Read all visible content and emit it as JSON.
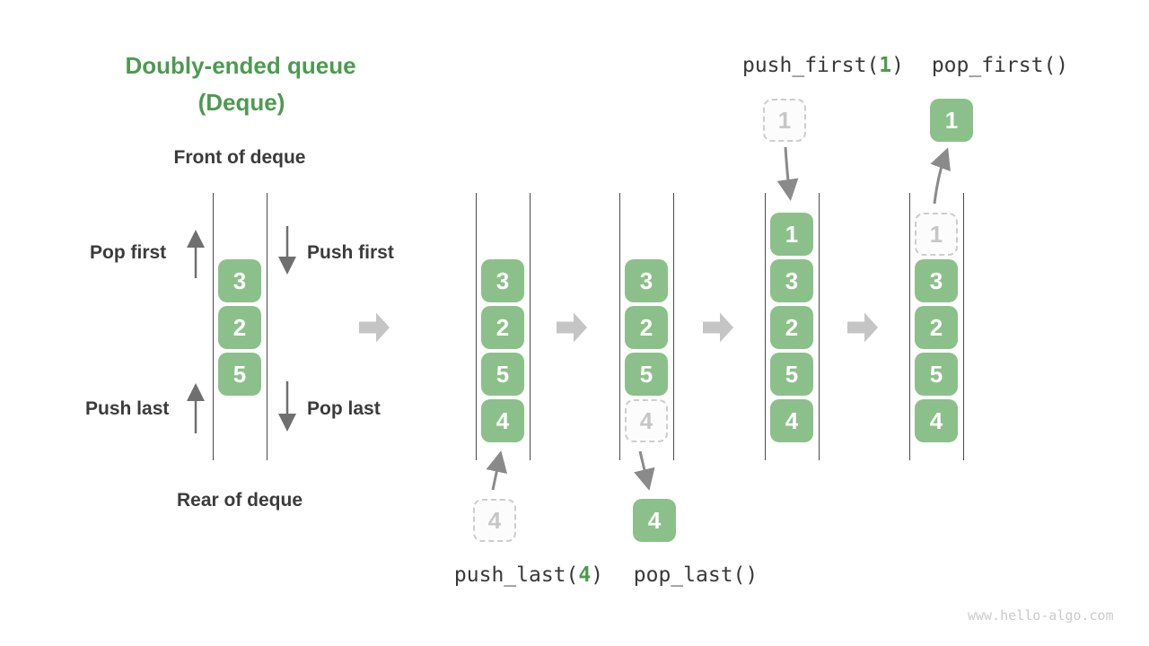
{
  "title": {
    "line1": "Doubly-ended queue",
    "line2": "(Deque)"
  },
  "deque_labels": {
    "front": "Front of deque",
    "rear": "Rear of deque",
    "pop_first": "Pop first",
    "push_first": "Push first",
    "push_last": "Push last",
    "pop_last": "Pop last"
  },
  "operations": {
    "push_last": {
      "pre": "push_last(",
      "arg": "4",
      "post": ")"
    },
    "pop_last": {
      "pre": "pop_last()",
      "arg": "",
      "post": ""
    },
    "push_first": {
      "pre": "push_first(",
      "arg": "1",
      "post": ")"
    },
    "pop_first": {
      "pre": "pop_first()",
      "arg": "",
      "post": ""
    }
  },
  "queues": [
    {
      "name": "deque-overview",
      "start_row": 1,
      "cells": [
        {
          "value": "3"
        },
        {
          "value": "2"
        },
        {
          "value": "5"
        }
      ]
    },
    {
      "name": "deque-after-push-last",
      "start_row": 1,
      "cells": [
        {
          "value": "3"
        },
        {
          "value": "2"
        },
        {
          "value": "5"
        },
        {
          "value": "4"
        }
      ]
    },
    {
      "name": "deque-after-pop-last",
      "start_row": 1,
      "cells": [
        {
          "value": "3"
        },
        {
          "value": "2"
        },
        {
          "value": "5"
        },
        {
          "value": "4",
          "ghost": true
        }
      ]
    },
    {
      "name": "deque-after-push-first",
      "start_row": 0,
      "cells": [
        {
          "value": "1"
        },
        {
          "value": "3"
        },
        {
          "value": "2"
        },
        {
          "value": "5"
        },
        {
          "value": "4"
        }
      ]
    },
    {
      "name": "deque-after-pop-first",
      "start_row": 0,
      "cells": [
        {
          "value": "1",
          "ghost": true
        },
        {
          "value": "3"
        },
        {
          "value": "2"
        },
        {
          "value": "5"
        },
        {
          "value": "4"
        }
      ]
    }
  ],
  "floating_boxes": [
    {
      "name": "push-last-incoming-value",
      "value": "4",
      "ghost": true
    },
    {
      "name": "pop-last-outgoing-value",
      "value": "4",
      "ghost": false
    },
    {
      "name": "push-first-incoming-value",
      "value": "1",
      "ghost": true
    },
    {
      "name": "pop-first-outgoing-value",
      "value": "1",
      "ghost": false
    }
  ],
  "watermark": "www.hello-algo.com",
  "colors": {
    "accent_green": "#4c9b50",
    "box_green": "#8cc08a",
    "text_dark": "#3b3b3b",
    "ghost_gray": "#c6c6c6",
    "block_arrow_gray": "#c5c5c5",
    "line_gray": "#4a4a4a"
  }
}
